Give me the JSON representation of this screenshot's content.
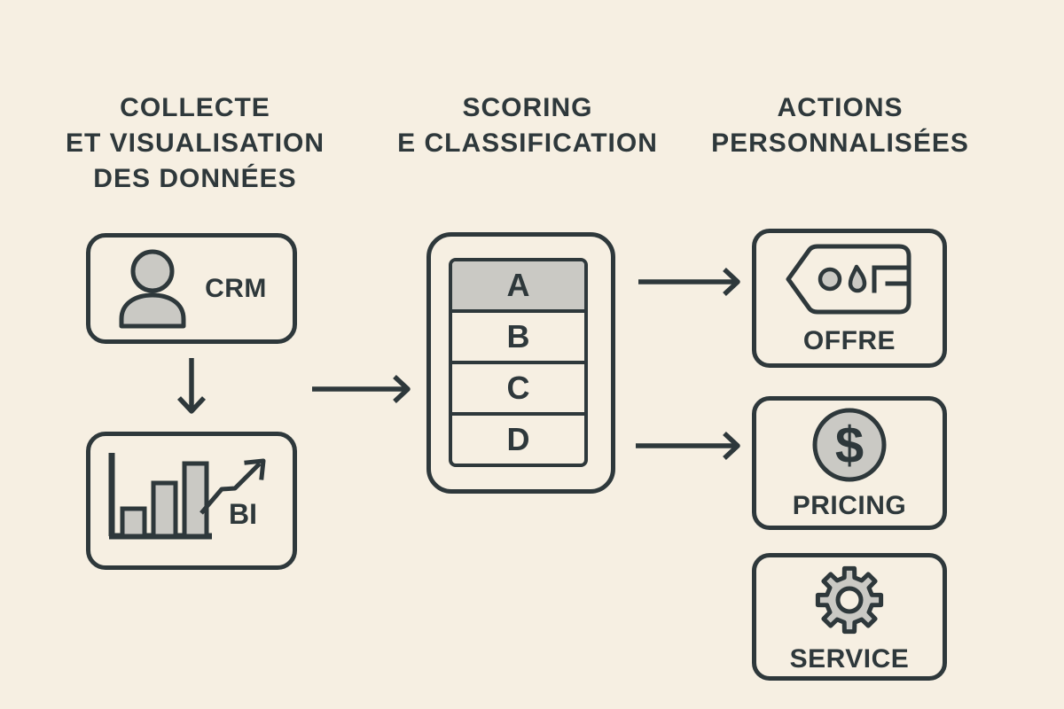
{
  "palette": {
    "background": "#f6efe2",
    "ink": "#2e383b",
    "shape_gray": "#cac9c4"
  },
  "columns": [
    {
      "heading_lines": [
        "COLLECTE",
        "ET VISUALISATION",
        "DES DONNÉES"
      ]
    },
    {
      "heading_lines": [
        "SCORING",
        "E CLASSIFICATION"
      ]
    },
    {
      "heading_lines": [
        "ACTIONS",
        "PERSONNALISÉES"
      ]
    }
  ],
  "data_sources": {
    "crm_label": "CRM",
    "bi_label": "BI"
  },
  "scoring_table": {
    "rows": [
      {
        "label": "A",
        "highlighted": true
      },
      {
        "label": "B",
        "highlighted": false
      },
      {
        "label": "C",
        "highlighted": false
      },
      {
        "label": "D",
        "highlighted": false
      }
    ]
  },
  "actions": {
    "offer_label": "OFFRE",
    "pricing_label": "PRICING",
    "service_label": "SERVICE",
    "dollar_symbol": "$"
  },
  "icons": {
    "crm": "user-icon",
    "bi": "bar-chart-trend-icon",
    "offer": "price-tag-icon",
    "pricing": "dollar-coin-icon",
    "service": "gear-icon"
  }
}
